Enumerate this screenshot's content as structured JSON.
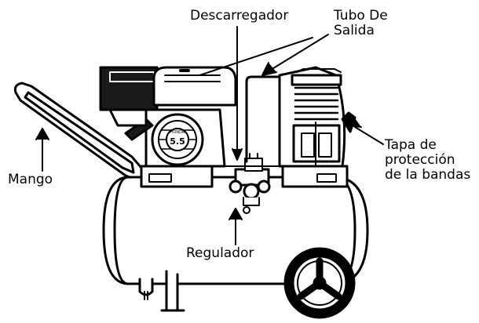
{
  "labels": {
    "descarregador": "Descarregador",
    "tubo_de_salida": [
      "Tubo De",
      "Salida"
    ],
    "tapa_proteccion": [
      "Tapa de",
      "protección",
      "de la bandas"
    ],
    "mango": "Mango",
    "regulador": "Regulador"
  },
  "engine_badge": {
    "brand": "HONDA",
    "power": "5.5"
  },
  "colors": {
    "ink": "#000000",
    "paper": "#ffffff",
    "shade": "#1a1a1a"
  }
}
